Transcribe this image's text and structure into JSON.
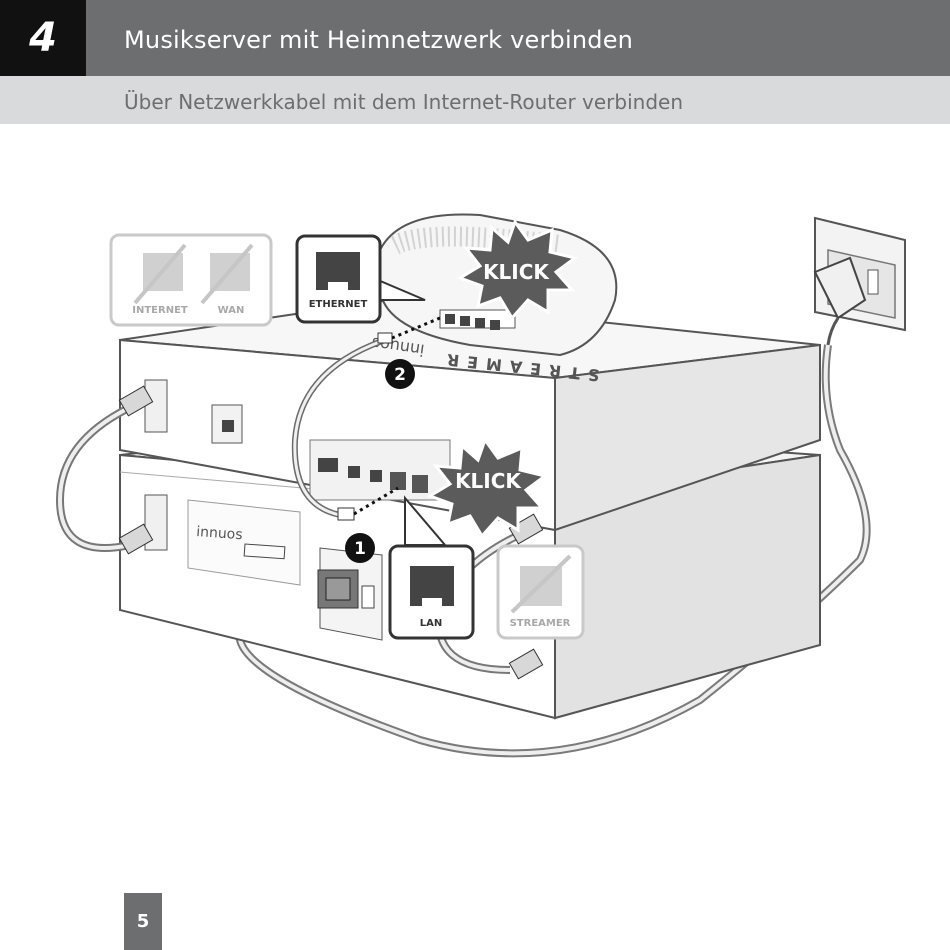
{
  "header": {
    "step_number": "4",
    "title": "Musikserver mit Heimnetzwerk verbinden",
    "subtitle": "Über Netzwerkkabel mit dem Internet-Router verbinden"
  },
  "illustration": {
    "router_brand": "STREAMER",
    "device_brand": "innuos",
    "callouts": {
      "internet": "INTERNET",
      "wan": "WAN",
      "ethernet": "ETHERNET",
      "lan": "LAN",
      "streamer": "STREAMER"
    },
    "click_label_top": "KLICK",
    "click_label_bottom": "KLICK",
    "step_badge_1": "1",
    "step_badge_2": "2"
  },
  "footer": {
    "page_number": "5"
  },
  "colors": {
    "header_dark": "#6d6e70",
    "header_light": "#d9dadb",
    "step_box": "#111111",
    "callout_border": "#333333"
  }
}
